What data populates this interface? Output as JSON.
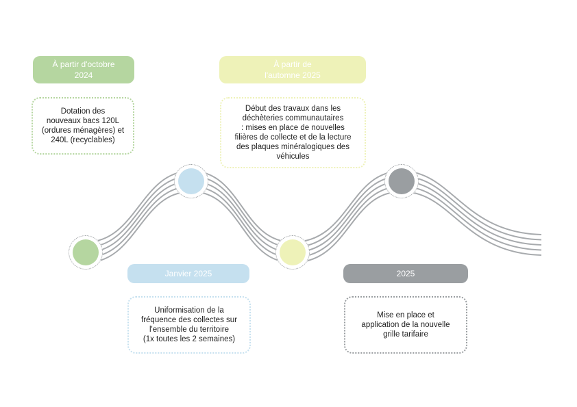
{
  "colors": {
    "green": "#b5d6a0",
    "blue": "#c5e0ef",
    "yellow": "#eef2b8",
    "grey": "#9a9ea1",
    "wave": "#a7aaad"
  },
  "milestones": [
    {
      "date": "À partir d'octobre\n2024",
      "text": "Dotation des\nnouveaux bacs 120L\n(ordures ménagères) et\n240L (recyclables)",
      "color": "#b5d6a0"
    },
    {
      "date": "Janvier 2025",
      "text": "Uniformisation de la\nfréquence des collectes sur\nl'ensemble du territoire\n(1x toutes les 2 semaines)",
      "color": "#c5e0ef"
    },
    {
      "date": "À partir de\nl'automne 2025",
      "text": "Début des travaux dans les\ndéchèteries communautaires\n: mises en place de nouvelles\nfilières de collecte et de la lecture\ndes plaques minéralogiques des\nvéhicules",
      "color": "#eef2b8"
    },
    {
      "date": "2025",
      "text": "Mise en place et\napplication de la nouvelle\ngrille tarifaire",
      "color": "#9a9ea1"
    }
  ]
}
